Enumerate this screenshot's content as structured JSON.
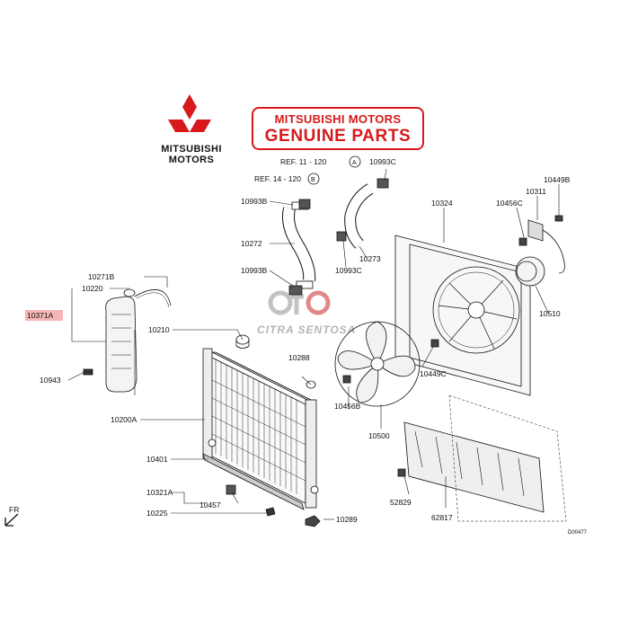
{
  "brand": {
    "name_line1": "MITSUBISHI",
    "name_line2": "MOTORS",
    "logo_color": "#d7191c"
  },
  "genuine_badge": {
    "line1": "MITSUBISHI MOTORS",
    "line2": "GENUINE PARTS",
    "color": "#d7191c"
  },
  "watermark": {
    "text": "CITRA SENTOSA"
  },
  "references": {
    "ref1": "REF. 11 - 120",
    "ref1_badge": "A",
    "ref2": "REF. 14 - 120",
    "ref2_badge": "B"
  },
  "part_labels": {
    "p10993C_top": "10993C",
    "p10993B_top": "10993B",
    "p10272": "10272",
    "p10273": "10273",
    "p10993B_mid": "10993B",
    "p10993C_mid": "10993C",
    "p10324": "10324",
    "p10456C": "10456C",
    "p10311": "10311",
    "p10449B": "10449B",
    "p10510": "10510",
    "p10449C": "10449C",
    "p10271B": "10271B",
    "p10220": "10220",
    "p10371A": "10371A",
    "p10943": "10943",
    "p10210": "10210",
    "p10288": "10288",
    "p10456B": "10456B",
    "p10500": "10500",
    "p10200A": "10200A",
    "p10401": "10401",
    "p10321A": "10321A",
    "p10457": "10457",
    "p10225": "10225",
    "p10289": "10289",
    "p52829": "52829",
    "p62817": "62817"
  },
  "front_arrow": "FR",
  "diagram_code": "D00477"
}
